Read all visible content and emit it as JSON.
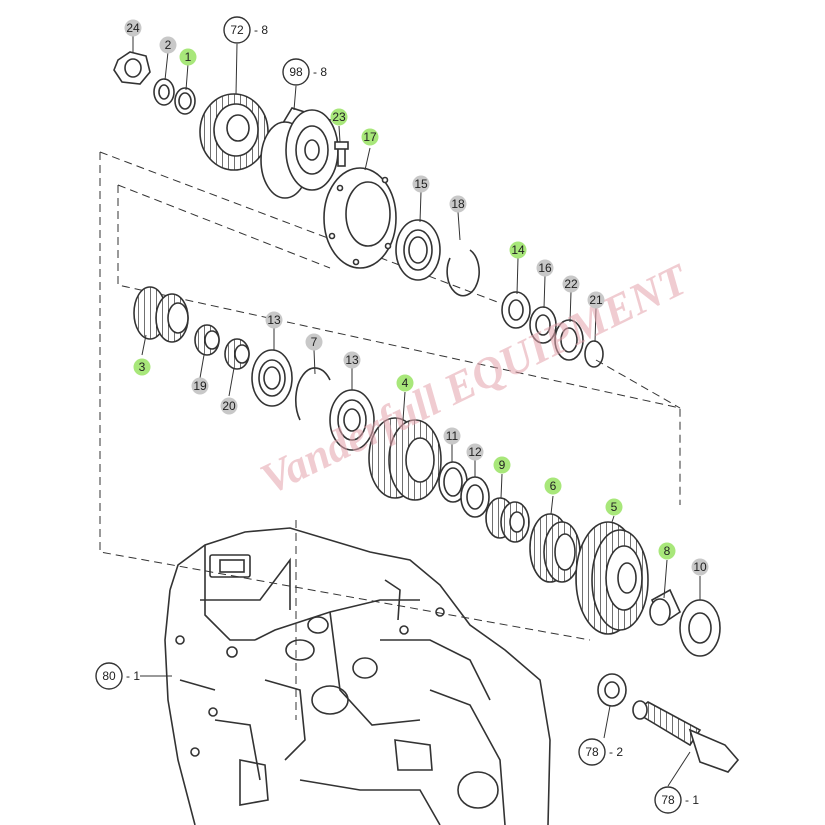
{
  "watermark": "Vanderfull EQUIPMENT",
  "colors": {
    "callout_fill": "#c8c8c8",
    "highlight_fill": "#a8e77a",
    "line": "#333333",
    "watermark": "#e4a3ad"
  },
  "callouts": [
    {
      "id": "c24",
      "label": "24",
      "highlight": false
    },
    {
      "id": "c2",
      "label": "2",
      "highlight": false
    },
    {
      "id": "c1",
      "label": "1",
      "highlight": true
    },
    {
      "id": "c23",
      "label": "23",
      "highlight": true
    },
    {
      "id": "c17",
      "label": "17",
      "highlight": true
    },
    {
      "id": "c15",
      "label": "15",
      "highlight": false
    },
    {
      "id": "c18",
      "label": "18",
      "highlight": false
    },
    {
      "id": "c14",
      "label": "14",
      "highlight": true
    },
    {
      "id": "c16",
      "label": "16",
      "highlight": false
    },
    {
      "id": "c22",
      "label": "22",
      "highlight": false
    },
    {
      "id": "c21",
      "label": "21",
      "highlight": false
    },
    {
      "id": "c3",
      "label": "3",
      "highlight": true
    },
    {
      "id": "c19",
      "label": "19",
      "highlight": false
    },
    {
      "id": "c20",
      "label": "20",
      "highlight": false
    },
    {
      "id": "c13a",
      "label": "13",
      "highlight": false
    },
    {
      "id": "c7",
      "label": "7",
      "highlight": false
    },
    {
      "id": "c13b",
      "label": "13",
      "highlight": false
    },
    {
      "id": "c4",
      "label": "4",
      "highlight": true
    },
    {
      "id": "c11",
      "label": "11",
      "highlight": false
    },
    {
      "id": "c12",
      "label": "12",
      "highlight": false
    },
    {
      "id": "c9",
      "label": "9",
      "highlight": true
    },
    {
      "id": "c6",
      "label": "6",
      "highlight": true
    },
    {
      "id": "c5",
      "label": "5",
      "highlight": true
    },
    {
      "id": "c8",
      "label": "8",
      "highlight": true
    },
    {
      "id": "c10",
      "label": "10",
      "highlight": false
    }
  ],
  "ref_callouts": [
    {
      "id": "r72",
      "label": "72",
      "suffix": "8"
    },
    {
      "id": "r98",
      "label": "98",
      "suffix": "8"
    },
    {
      "id": "r80",
      "label": "80",
      "suffix": "1"
    },
    {
      "id": "r782",
      "label": "78",
      "suffix": "2"
    },
    {
      "id": "r781",
      "label": "78",
      "suffix": "1"
    }
  ]
}
